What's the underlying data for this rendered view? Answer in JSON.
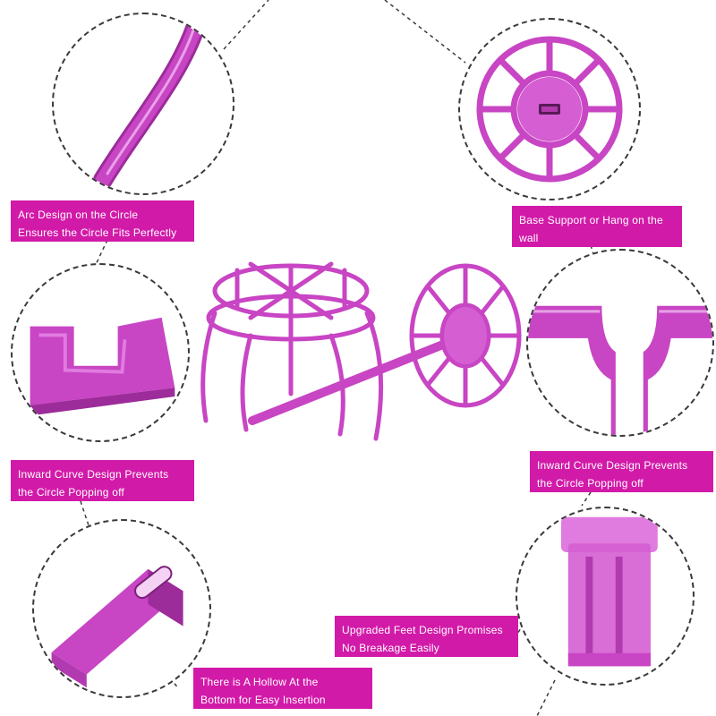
{
  "colors": {
    "label_bg": "#d21aa8",
    "product": "#c845c4",
    "product_dark": "#9c2c9a",
    "product_light": "#e07be0",
    "dash": "#3a3a3a"
  },
  "labels": {
    "arc": {
      "line1": "Arc Design on the Circle",
      "line2": "Ensures the Circle Fits Perfectly"
    },
    "base": {
      "line1": "Base Support or Hang on the",
      "line2": "wall"
    },
    "inward_left": {
      "line1": "Inward Curve Design Prevents",
      "line2": "the Circle Popping off"
    },
    "inward_right": {
      "line1": "Inward Curve Design Prevents",
      "line2": "the Circle Popping off"
    },
    "feet": {
      "line1": "Upgraded Feet Design Promises",
      "line2": "No Breakage Easily"
    },
    "hollow": {
      "line1": "There is A Hollow At the",
      "line2": "Bottom for Easy Insertion"
    }
  },
  "icons": {
    "arc_detail": "arc-tube",
    "base_detail": "wheel-base",
    "inward_left_detail": "notch-clip",
    "inward_right_detail": "y-clip",
    "hollow_detail": "slot-tube",
    "feet_detail": "foot-cap",
    "product": "wig-stand"
  }
}
